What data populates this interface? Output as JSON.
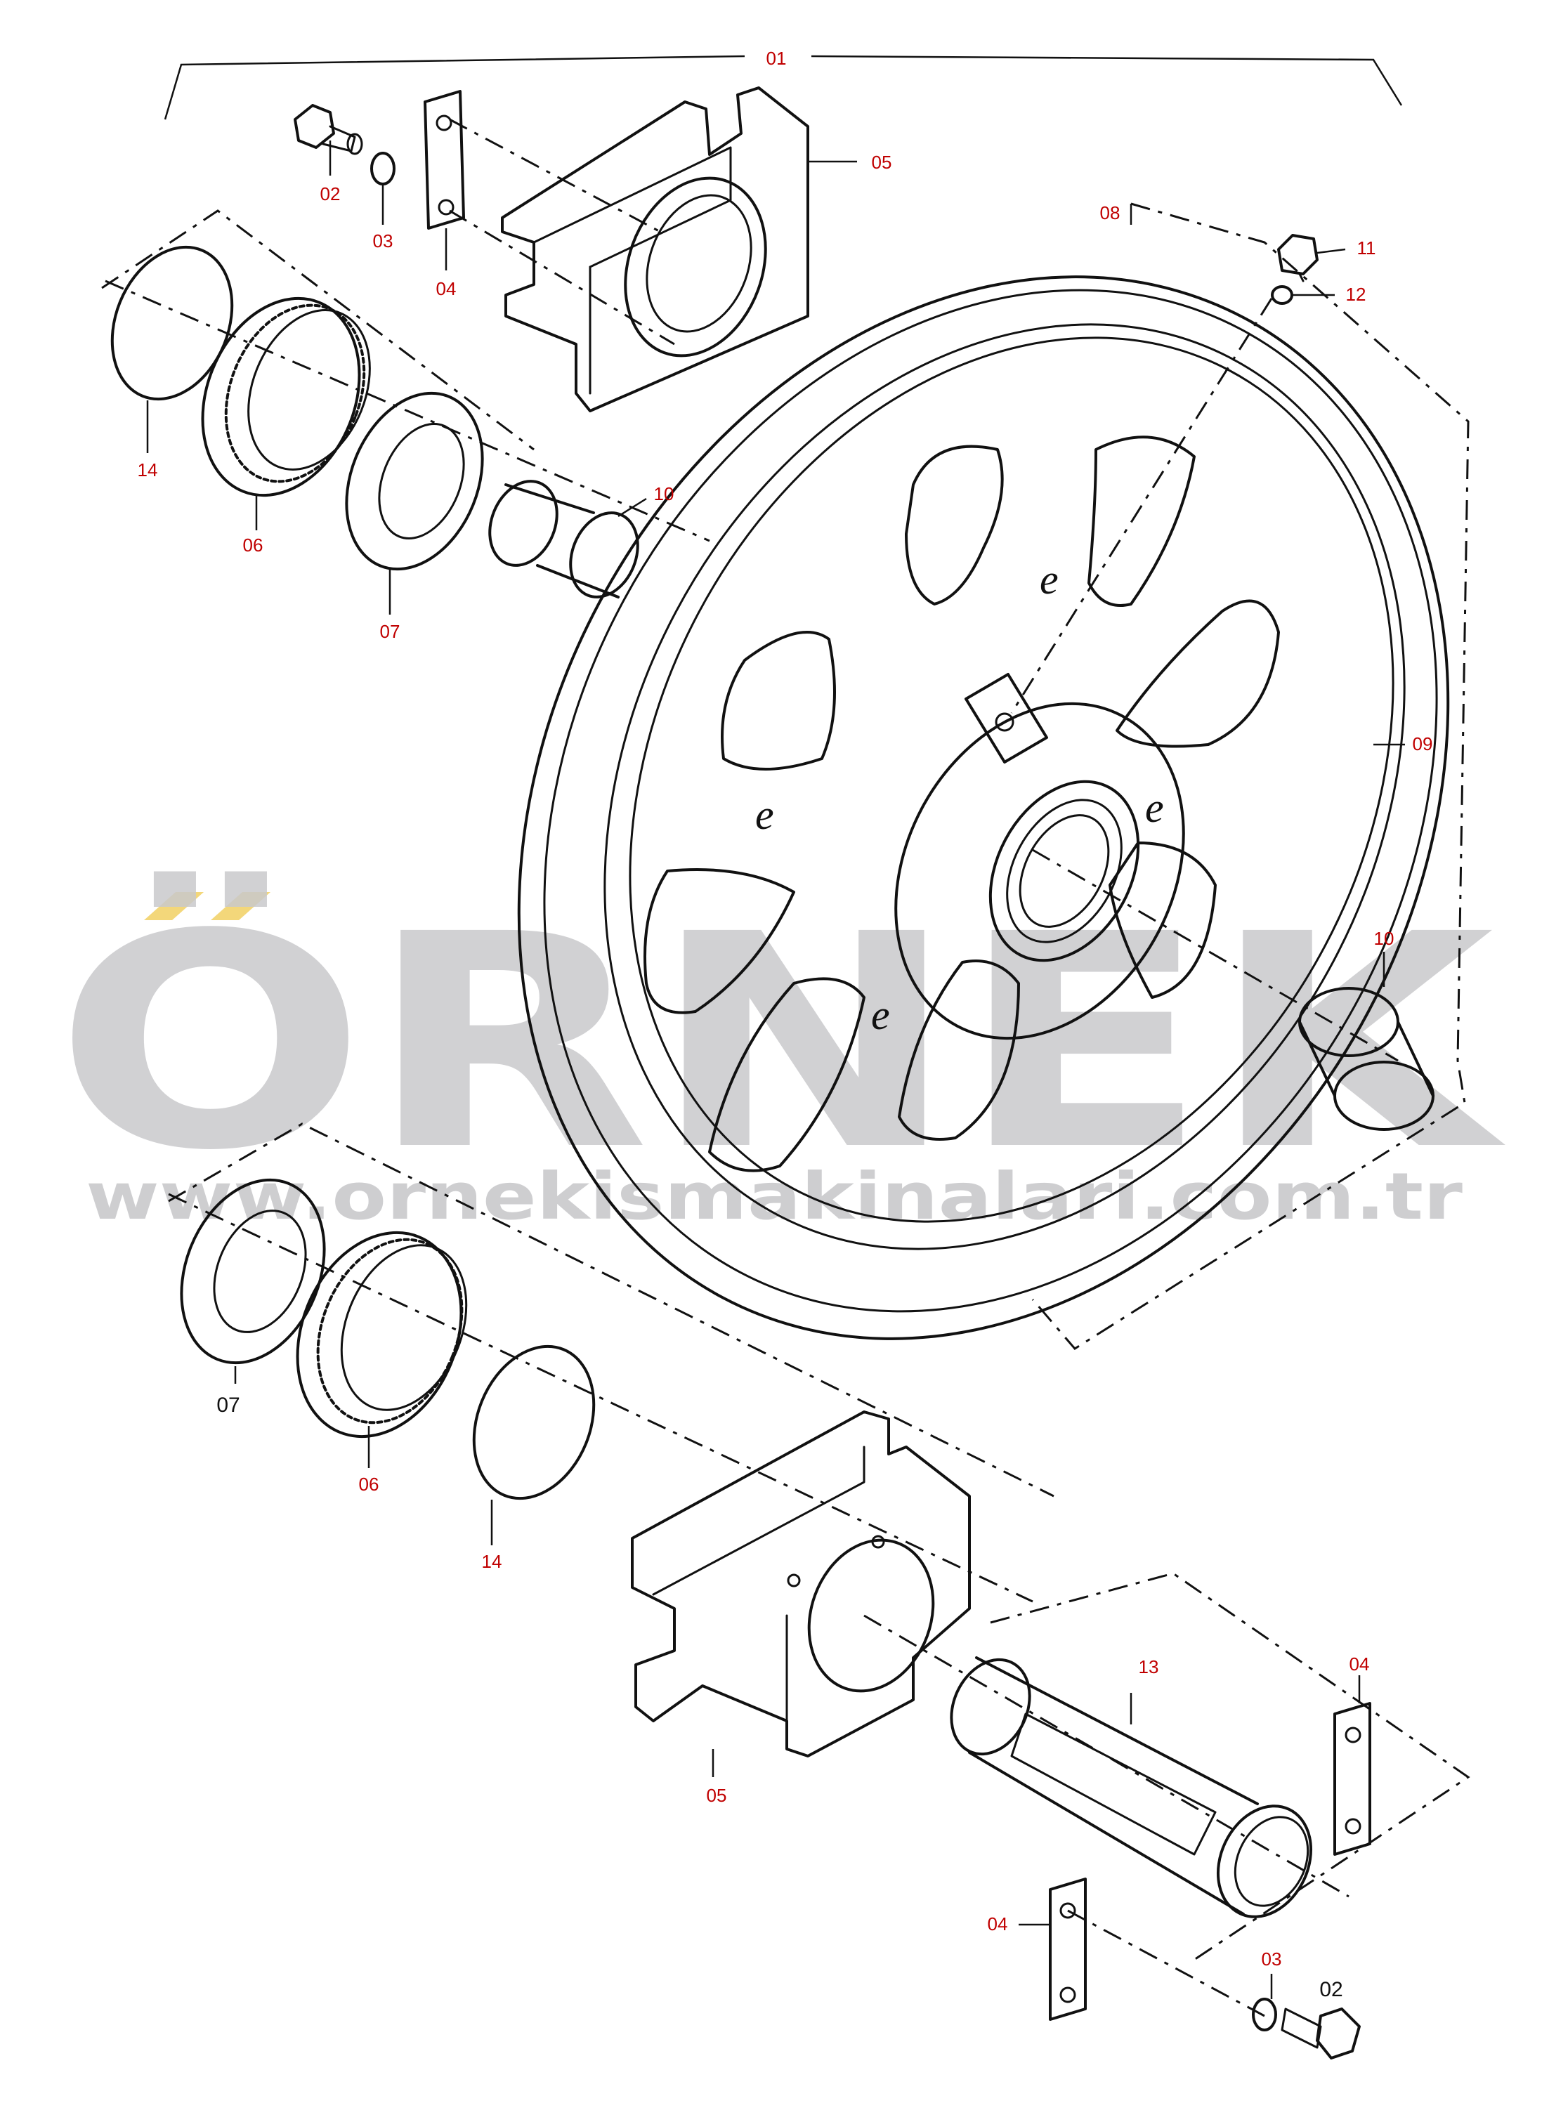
{
  "watermark": {
    "brand": "ÖRNEK",
    "url": "www.ornekismakinalari.com.tr",
    "color": "#c9c9cc",
    "accent": "#f3d77a"
  },
  "label_color": "#c00000",
  "labels": {
    "assembly": "01",
    "bolt_top": "02",
    "washer_top": "03",
    "plate_top": "04",
    "bracket_top": "05",
    "seal_top": "06",
    "ring_top": "07",
    "body_group": "08",
    "wheel": "09",
    "bushing_top": "10",
    "plug": "11",
    "plug_washer": "12",
    "oring_top": "14",
    "bushing_right": "10",
    "ring_bottom": "07",
    "seal_bottom": "06",
    "oring_bottom": "14",
    "shaft": "13",
    "plate_right": "04",
    "bracket_bottom": "05",
    "plate_bottom": "04",
    "washer_bottom": "03",
    "bolt_bottom": "02"
  }
}
